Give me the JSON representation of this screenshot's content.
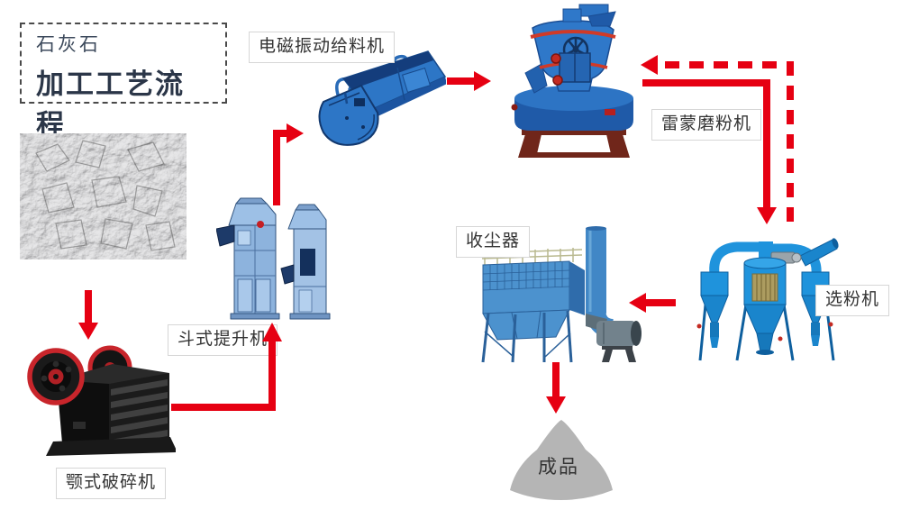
{
  "title": {
    "product": "石灰石",
    "heading": "加工工艺流程"
  },
  "labels": {
    "feeder": "电磁振动给料机",
    "mill": "雷蒙磨粉机",
    "dust_collector": "收尘器",
    "classifier": "选粉机",
    "elevator": "斗式提升机",
    "crusher": "颚式破碎机",
    "product": "成品"
  },
  "flow": [
    {
      "from": "石灰石",
      "to": "颚式破碎机",
      "style": "solid"
    },
    {
      "from": "颚式破碎机",
      "to": "斗式提升机",
      "style": "solid"
    },
    {
      "from": "斗式提升机",
      "to": "电磁振动给料机",
      "style": "solid"
    },
    {
      "from": "电磁振动给料机",
      "to": "雷蒙磨粉机",
      "style": "solid"
    },
    {
      "from": "雷蒙磨粉机",
      "to": "选粉机",
      "style": "solid"
    },
    {
      "from": "选粉机",
      "to": "雷蒙磨粉机",
      "style": "dashed-return"
    },
    {
      "from": "选粉机",
      "to": "收尘器",
      "style": "solid"
    },
    {
      "from": "收尘器",
      "to": "成品",
      "style": "solid"
    }
  ],
  "colors": {
    "arrow_red": "#e60012",
    "title_text": "#2b3648",
    "label_text": "#333333",
    "label_border": "#d6d6d6",
    "machine_blue": "#2e7cc4",
    "classifier_blue": "#1f93dc",
    "crusher_black": "#1c1c1c",
    "stand_brown": "#70261a",
    "product_gray": "#b5b5b5",
    "background": "#ffffff"
  }
}
